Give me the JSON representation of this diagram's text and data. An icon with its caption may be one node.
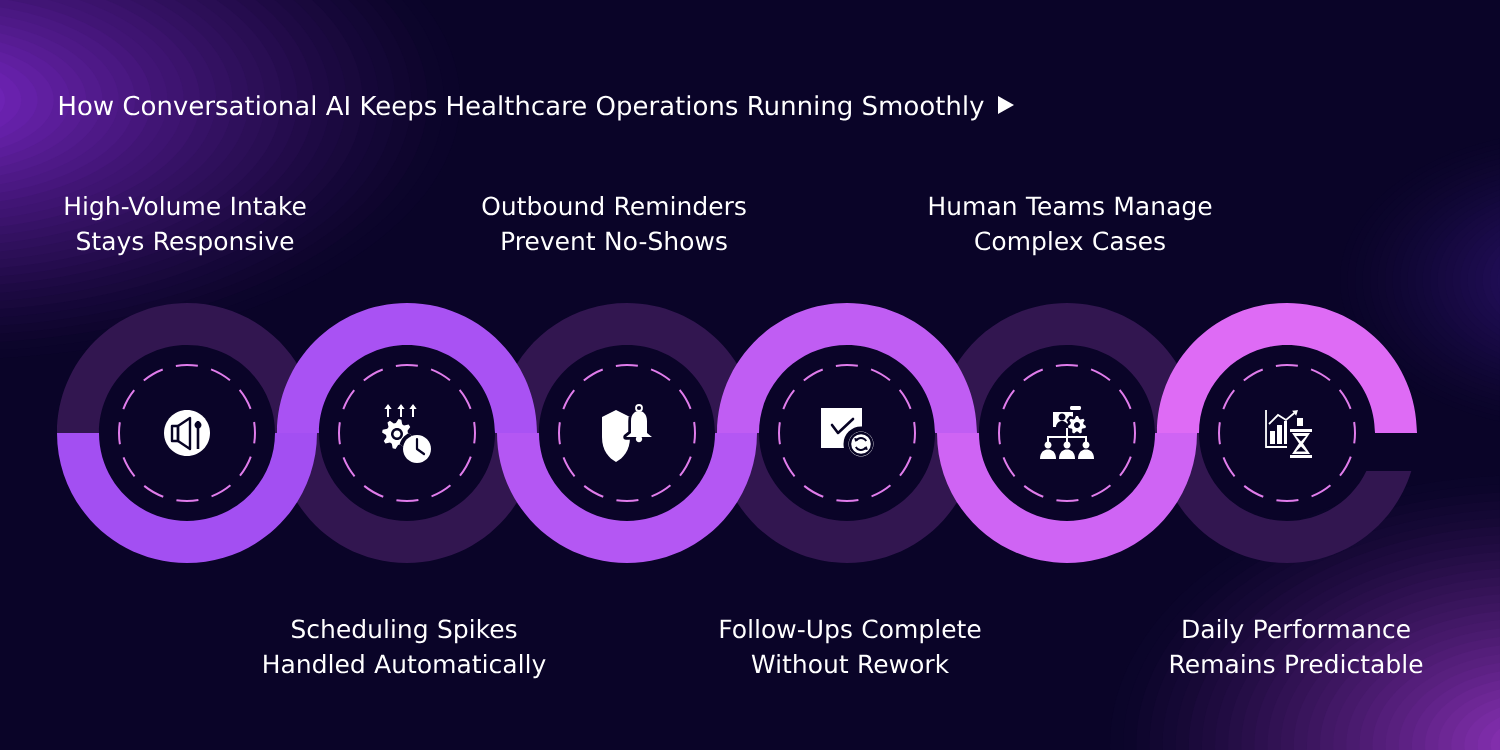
{
  "diagram": {
    "title": "How Conversational AI Keeps Healthcare Operations Running Smoothly",
    "nodes": [
      {
        "text": [],
        "shape": "circle"
      },
      {
        "text": [],
        "shape": "circle"
      },
      {
        "text": [],
        "shape": "circle"
      },
      {
        "text": [],
        "shape": "circle"
      },
      {
        "text": [],
        "shape": "circle"
      },
      {
        "text": [],
        "shape": "circle"
      }
    ],
    "labels": [
      "High-Volume Intake Stays Responsive",
      "Scheduling Spikes Handled Automatically",
      "Outbound Reminders Prevent No-Shows",
      "Follow-Ups Complete Without Rework",
      "Human Teams Manage Complex Cases",
      "Daily Performance Remains Predictable"
    ]
  }
}
